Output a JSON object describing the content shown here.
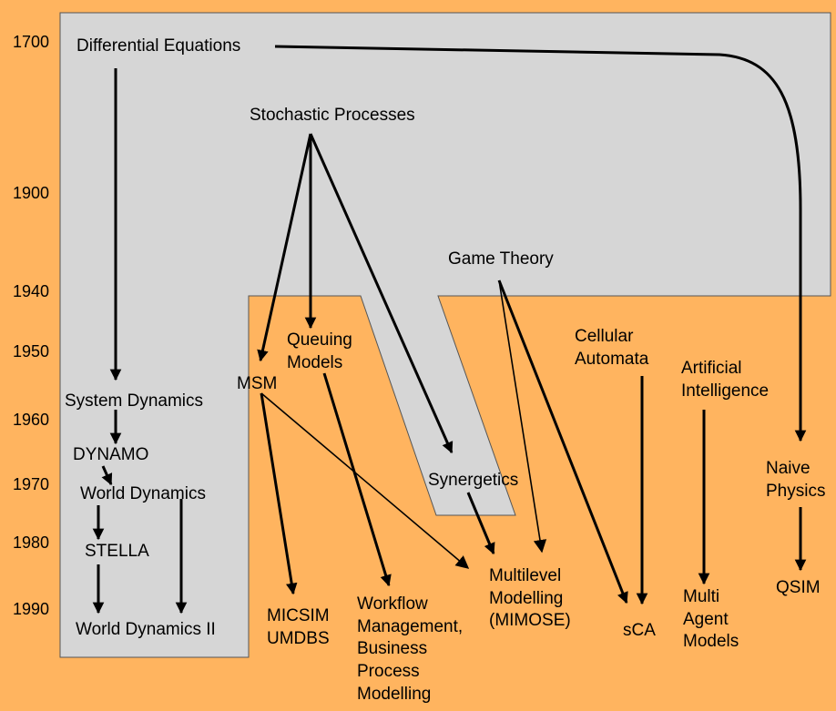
{
  "colors": {
    "background": "#ffb45f",
    "region": "#d6d6d6",
    "stroke": "#000000"
  },
  "years": [
    "1700",
    "1900",
    "1940",
    "1950",
    "1960",
    "1970",
    "1980",
    "1990"
  ],
  "nodes": {
    "differential_equations": "Differential Equations",
    "stochastic_processes": "Stochastic Processes",
    "game_theory": "Game Theory",
    "queuing_models": "Queuing\nModels",
    "msm": "MSM",
    "cellular_automata": "Cellular\nAutomata",
    "artificial_intelligence": "Artificial\nIntelligence",
    "system_dynamics": "System Dynamics",
    "dynamo": "DYNAMO",
    "world_dynamics": "World Dynamics",
    "stella": "STELLA",
    "world_dynamics_ii": "World Dynamics II",
    "synergetics": "Synergetics",
    "naive_physics": "Naive\nPhysics",
    "micsim_umdbs": "MICSIM\nUMDBS",
    "workflow": "Workflow\nManagement,\nBusiness\nProcess\nModelling",
    "multilevel": "Multilevel\nModelling\n(MIMOSE)",
    "sca": "sCA",
    "multi_agent": "Multi\nAgent\nModels",
    "qsim": "QSIM"
  }
}
